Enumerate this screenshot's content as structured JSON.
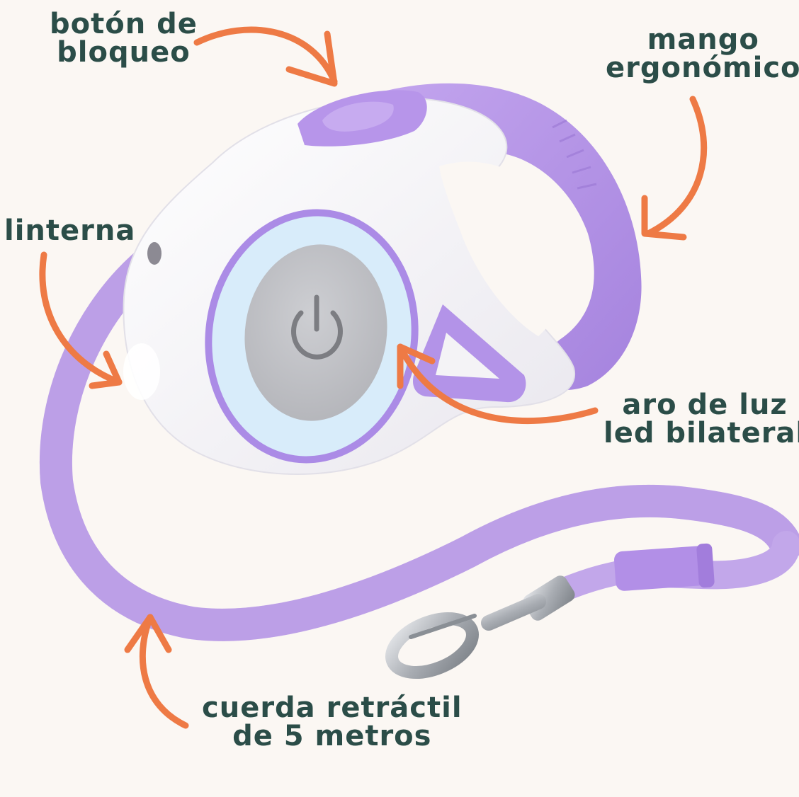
{
  "labels": {
    "lock_button": {
      "line1": "botón de",
      "line2": "bloqueo"
    },
    "handle": {
      "line1": "mango",
      "line2": "ergonómico"
    },
    "flashlight": {
      "line1": "linterna"
    },
    "led_ring": {
      "line1": "aro de luz",
      "line2": "led bilateral"
    },
    "cord": {
      "line1": "cuerda retráctil",
      "line2": "de 5 metros"
    }
  },
  "colors": {
    "background": "#fbf7f3",
    "text": "#2b4d48",
    "arrow": "#ee7a45",
    "purple": "#b493e6",
    "purple_dark": "#9f7ed8",
    "body_white": "#f4f3f6",
    "led_blue": "#d6ecfb",
    "button_grey": "#bfc0c4",
    "metal": "#b9bcc1"
  },
  "icons": {
    "power": "power-icon",
    "snap_hook": "snap-hook"
  }
}
